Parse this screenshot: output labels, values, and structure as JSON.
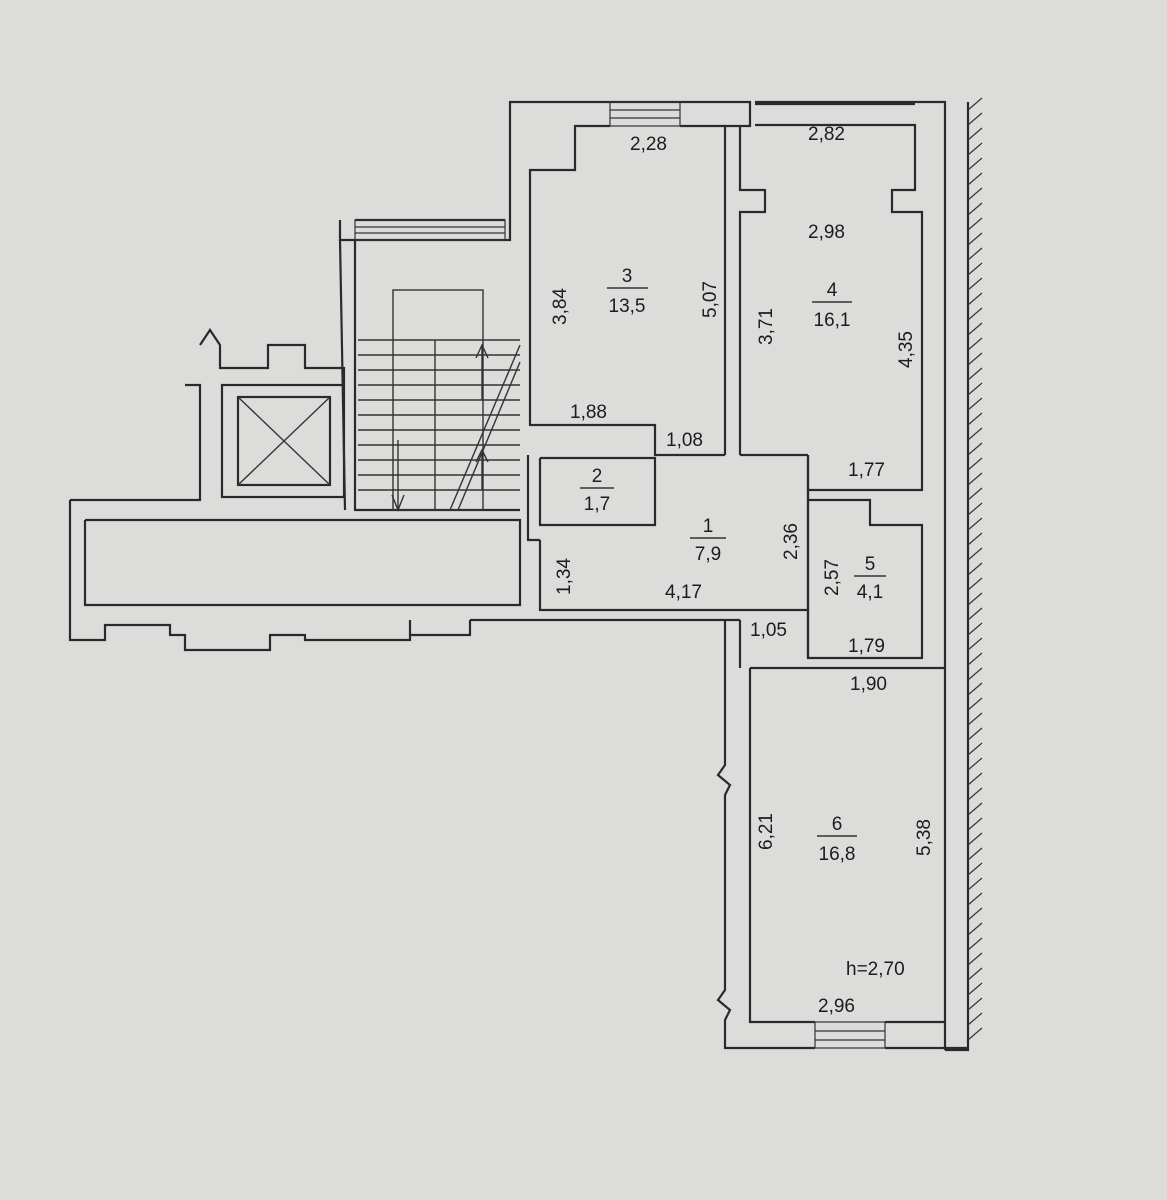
{
  "rooms": [
    {
      "number": "1",
      "area": "7,9"
    },
    {
      "number": "2",
      "area": "1,7"
    },
    {
      "number": "3",
      "area": "13,5"
    },
    {
      "number": "4",
      "area": "16,1"
    },
    {
      "number": "5",
      "area": "4,1"
    },
    {
      "number": "6",
      "area": "16,8"
    }
  ],
  "dimensions": {
    "r3_top": "2,28",
    "r3_left": "3,84",
    "r3_right": "5,07",
    "r3_bottom": "1,88",
    "r3_door": "1,08",
    "r4_top": "2,82",
    "r4_inner": "2,98",
    "r4_left": "3,71",
    "r4_right": "4,35",
    "r4_bottom": "1,77",
    "r1_right": "2,36",
    "r1_left": "1,34",
    "r1_bottom": "4,17",
    "r1_door": "1,05",
    "r5_left": "2,57",
    "r5_bottom": "1,79",
    "r6_top": "1,90",
    "r6_left": "6,21",
    "r6_right": "5,38",
    "r6_bottom": "2,96"
  },
  "ceiling_height": "h=2,70"
}
